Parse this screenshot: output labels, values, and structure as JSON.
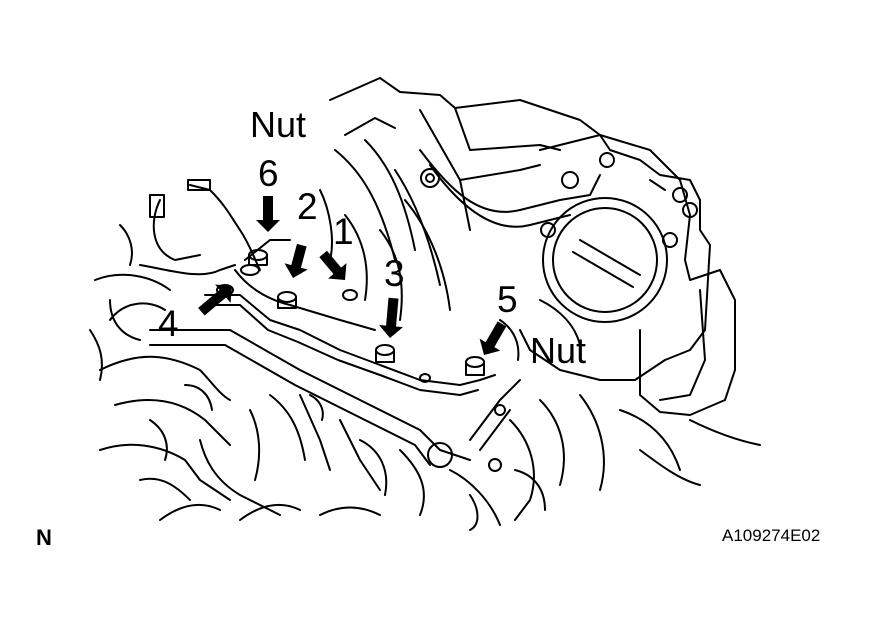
{
  "labels": {
    "nut_top": "Nut",
    "nut_right": "Nut",
    "n1": "1",
    "n2": "2",
    "n3": "3",
    "n4": "4",
    "n5": "5",
    "n6": "6"
  },
  "corner_letter": "N",
  "figure_code": "A109274E02",
  "colors": {
    "line": "#000000",
    "background": "#ffffff"
  }
}
